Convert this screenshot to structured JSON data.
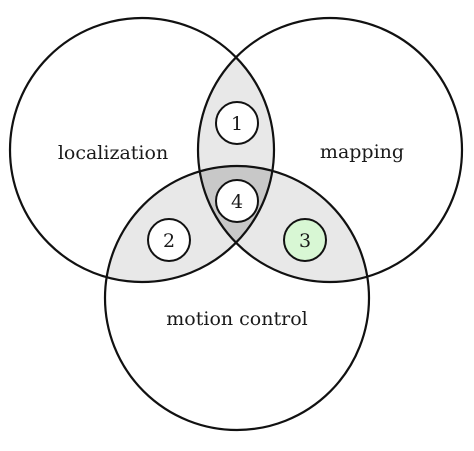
{
  "diagram": {
    "type": "venn",
    "sets": [
      {
        "id": "localization",
        "label": "localization"
      },
      {
        "id": "mapping",
        "label": "mapping"
      },
      {
        "id": "motion-control",
        "label": "motion control"
      }
    ],
    "regions": [
      {
        "id": "localization-mapping",
        "sets": [
          "localization",
          "mapping"
        ],
        "marker": "1",
        "fill": "#e8e8e8",
        "highlighted": false
      },
      {
        "id": "localization-motion-control",
        "sets": [
          "localization",
          "motion-control"
        ],
        "marker": "2",
        "fill": "#e8e8e8",
        "highlighted": false
      },
      {
        "id": "mapping-motion-control",
        "sets": [
          "mapping",
          "motion-control"
        ],
        "marker": "3",
        "fill": "#e8e8e8",
        "highlighted": true,
        "highlight_color": "#d8f7d4"
      },
      {
        "id": "all-three",
        "sets": [
          "localization",
          "mapping",
          "motion-control"
        ],
        "marker": "4",
        "fill": "#c8c8c8",
        "highlighted": false
      }
    ],
    "colors": {
      "outline": "#111111",
      "pairwise_overlap": "#e8e8e8",
      "triple_overlap": "#c8c8c8",
      "marker_fill": "#ffffff",
      "marker_highlight": "#d8f7d4"
    }
  }
}
